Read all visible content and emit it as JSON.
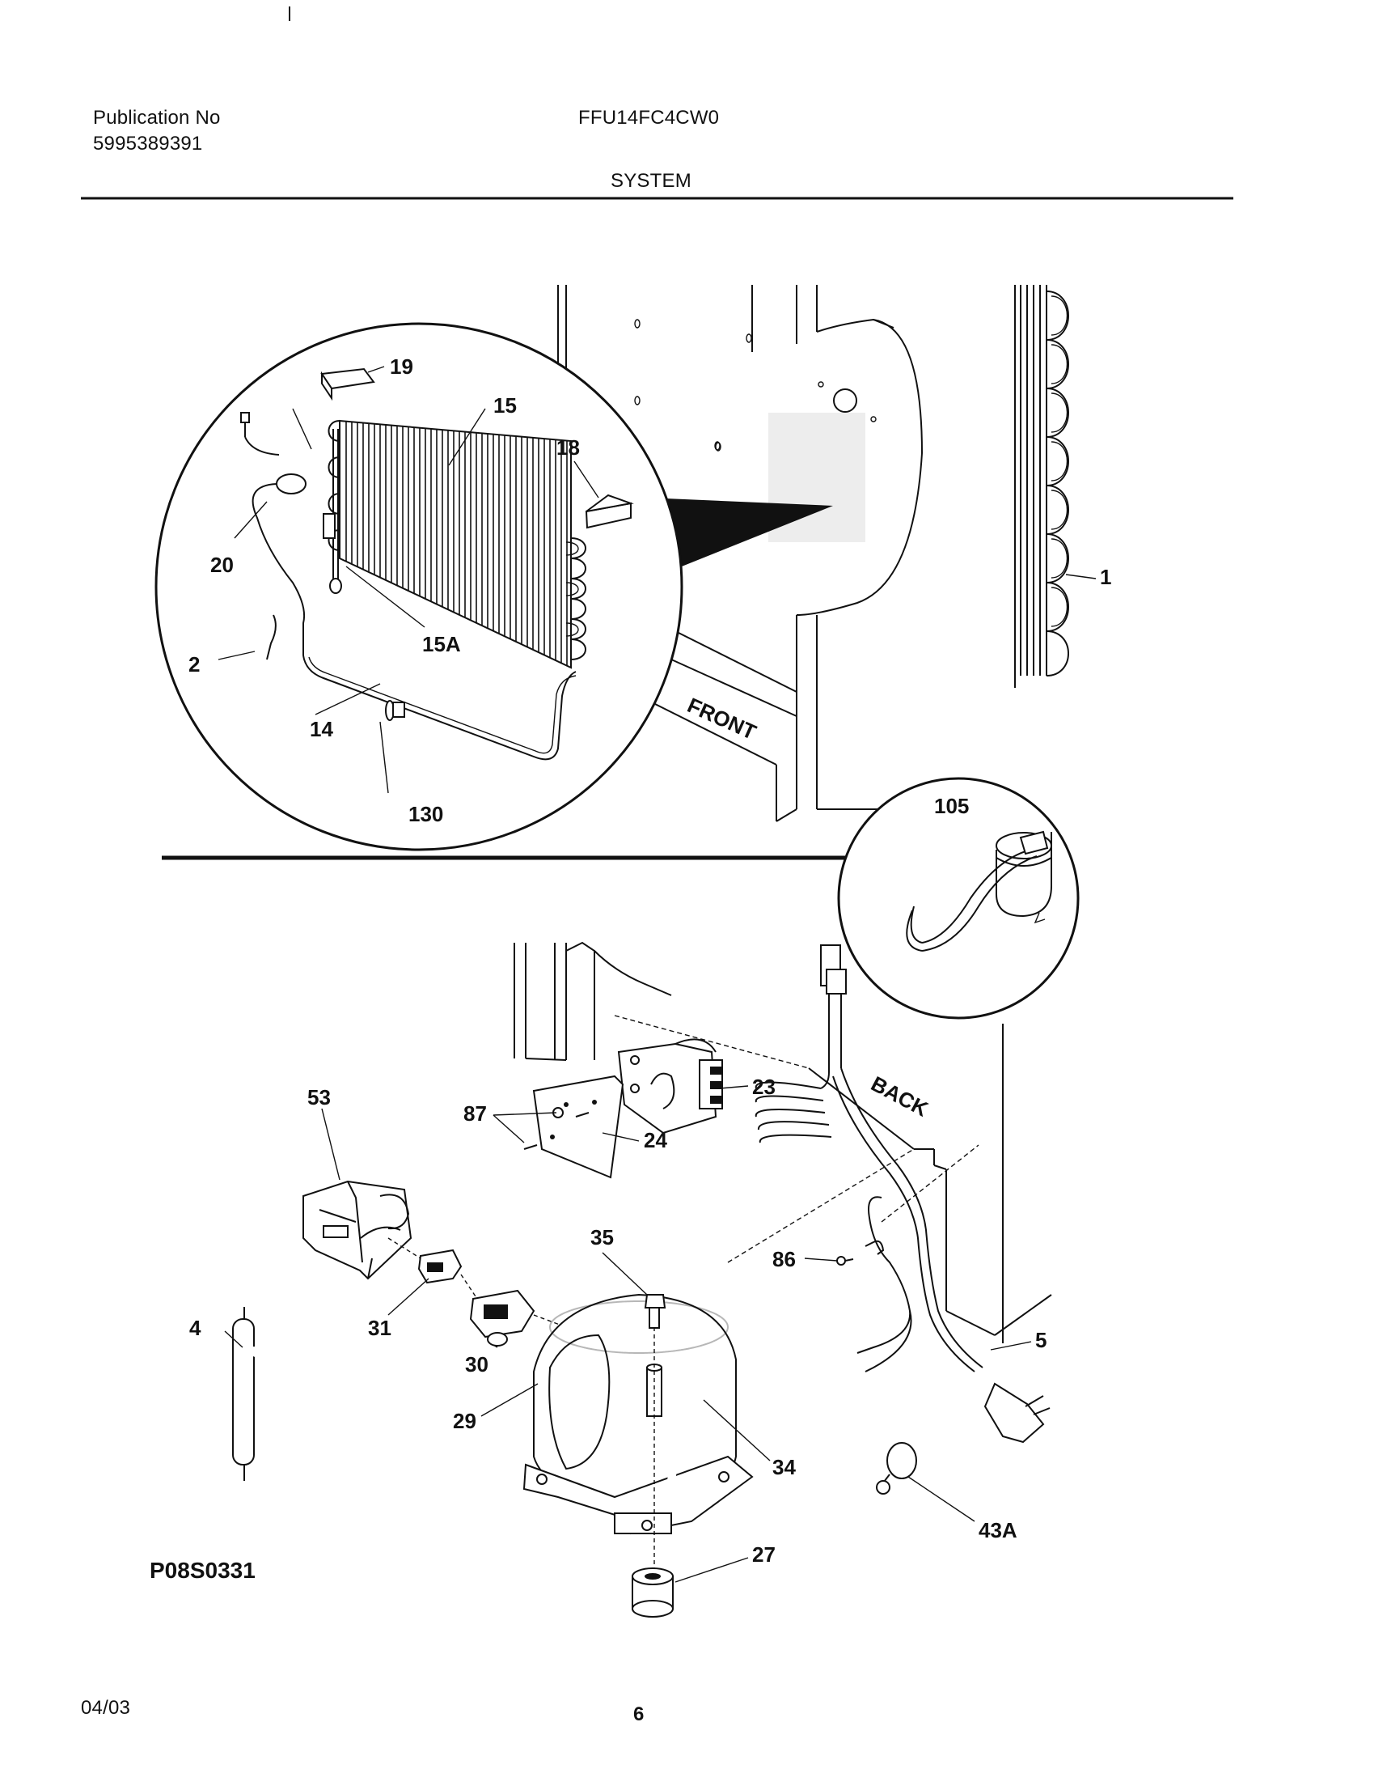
{
  "header": {
    "publication_label": "Publication No",
    "publication_number": "5995389391",
    "model": "FFU14FC4CW0",
    "section": "SYSTEM"
  },
  "diagram": {
    "texts": {
      "front": "FRONT",
      "back": "BACK",
      "figure_code": "P08S0331"
    },
    "callouts": [
      "1",
      "2",
      "4",
      "5",
      "14",
      "15",
      "15A",
      "18",
      "19",
      "20",
      "23",
      "24",
      "27",
      "29",
      "30",
      "31",
      "34",
      "35",
      "43A",
      "53",
      "86",
      "87",
      "105",
      "130"
    ]
  },
  "footer": {
    "date": "04/03",
    "page_number": "6"
  }
}
